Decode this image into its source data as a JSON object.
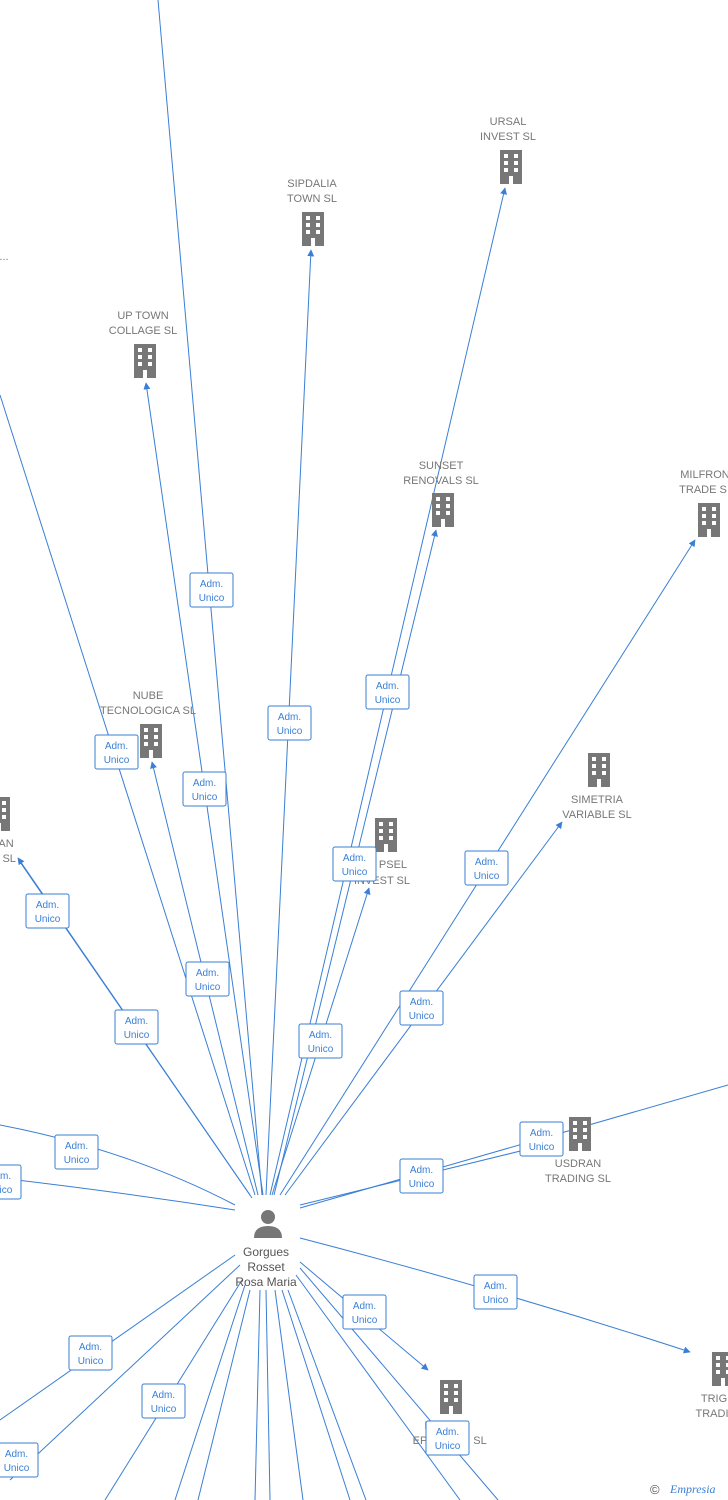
{
  "person": {
    "name_lines": [
      "Gorgues",
      "Rosset",
      "Rosa Maria"
    ],
    "icon": "person-icon"
  },
  "role_label": [
    "Adm.",
    "Unico"
  ],
  "companies": [
    {
      "id": "ursal",
      "lines": [
        "URSAL",
        "INVEST SL"
      ],
      "icon": "building-icon"
    },
    {
      "id": "sipdalia",
      "lines": [
        "SIPDALIA",
        "TOWN SL"
      ],
      "icon": "building-icon"
    },
    {
      "id": "uptown",
      "lines": [
        "UP TOWN",
        "COLLAGE SL"
      ],
      "icon": "building-icon"
    },
    {
      "id": "sunset",
      "lines": [
        "SUNSET",
        "RENOVALS SL"
      ],
      "icon": "building-icon"
    },
    {
      "id": "milfron",
      "lines": [
        "MILFRON",
        "TRADE S"
      ],
      "icon": "building-icon"
    },
    {
      "id": "nube",
      "lines": [
        "NUBE",
        "TECNOLOGICA SL"
      ],
      "icon": "building-icon"
    },
    {
      "id": "simetria",
      "lines": [
        "SIMETRIA",
        "VARIABLE SL"
      ],
      "icon": "building-icon"
    },
    {
      "id": "psel",
      "lines": [
        "PSEL",
        "INVEST SL"
      ],
      "icon": "building-icon"
    },
    {
      "id": "left-partial",
      "lines": [
        "AN",
        "E SL"
      ],
      "icon": "building-icon"
    },
    {
      "id": "usdran",
      "lines": [
        "USDRAN",
        "TRADING SL"
      ],
      "icon": "building-icon"
    },
    {
      "id": "trig",
      "lines": [
        "TRIG",
        "TRADI"
      ],
      "icon": "building-icon"
    },
    {
      "id": "ep",
      "lines": [
        "E",
        "EP",
        "SL"
      ],
      "icon": "building-icon"
    }
  ],
  "ellipsis_text": "...",
  "footer": {
    "copyright": "©",
    "brand": "Empresia"
  },
  "colors": {
    "edge": "#3a7fd5",
    "icon": "#777777",
    "label": "#777777"
  }
}
